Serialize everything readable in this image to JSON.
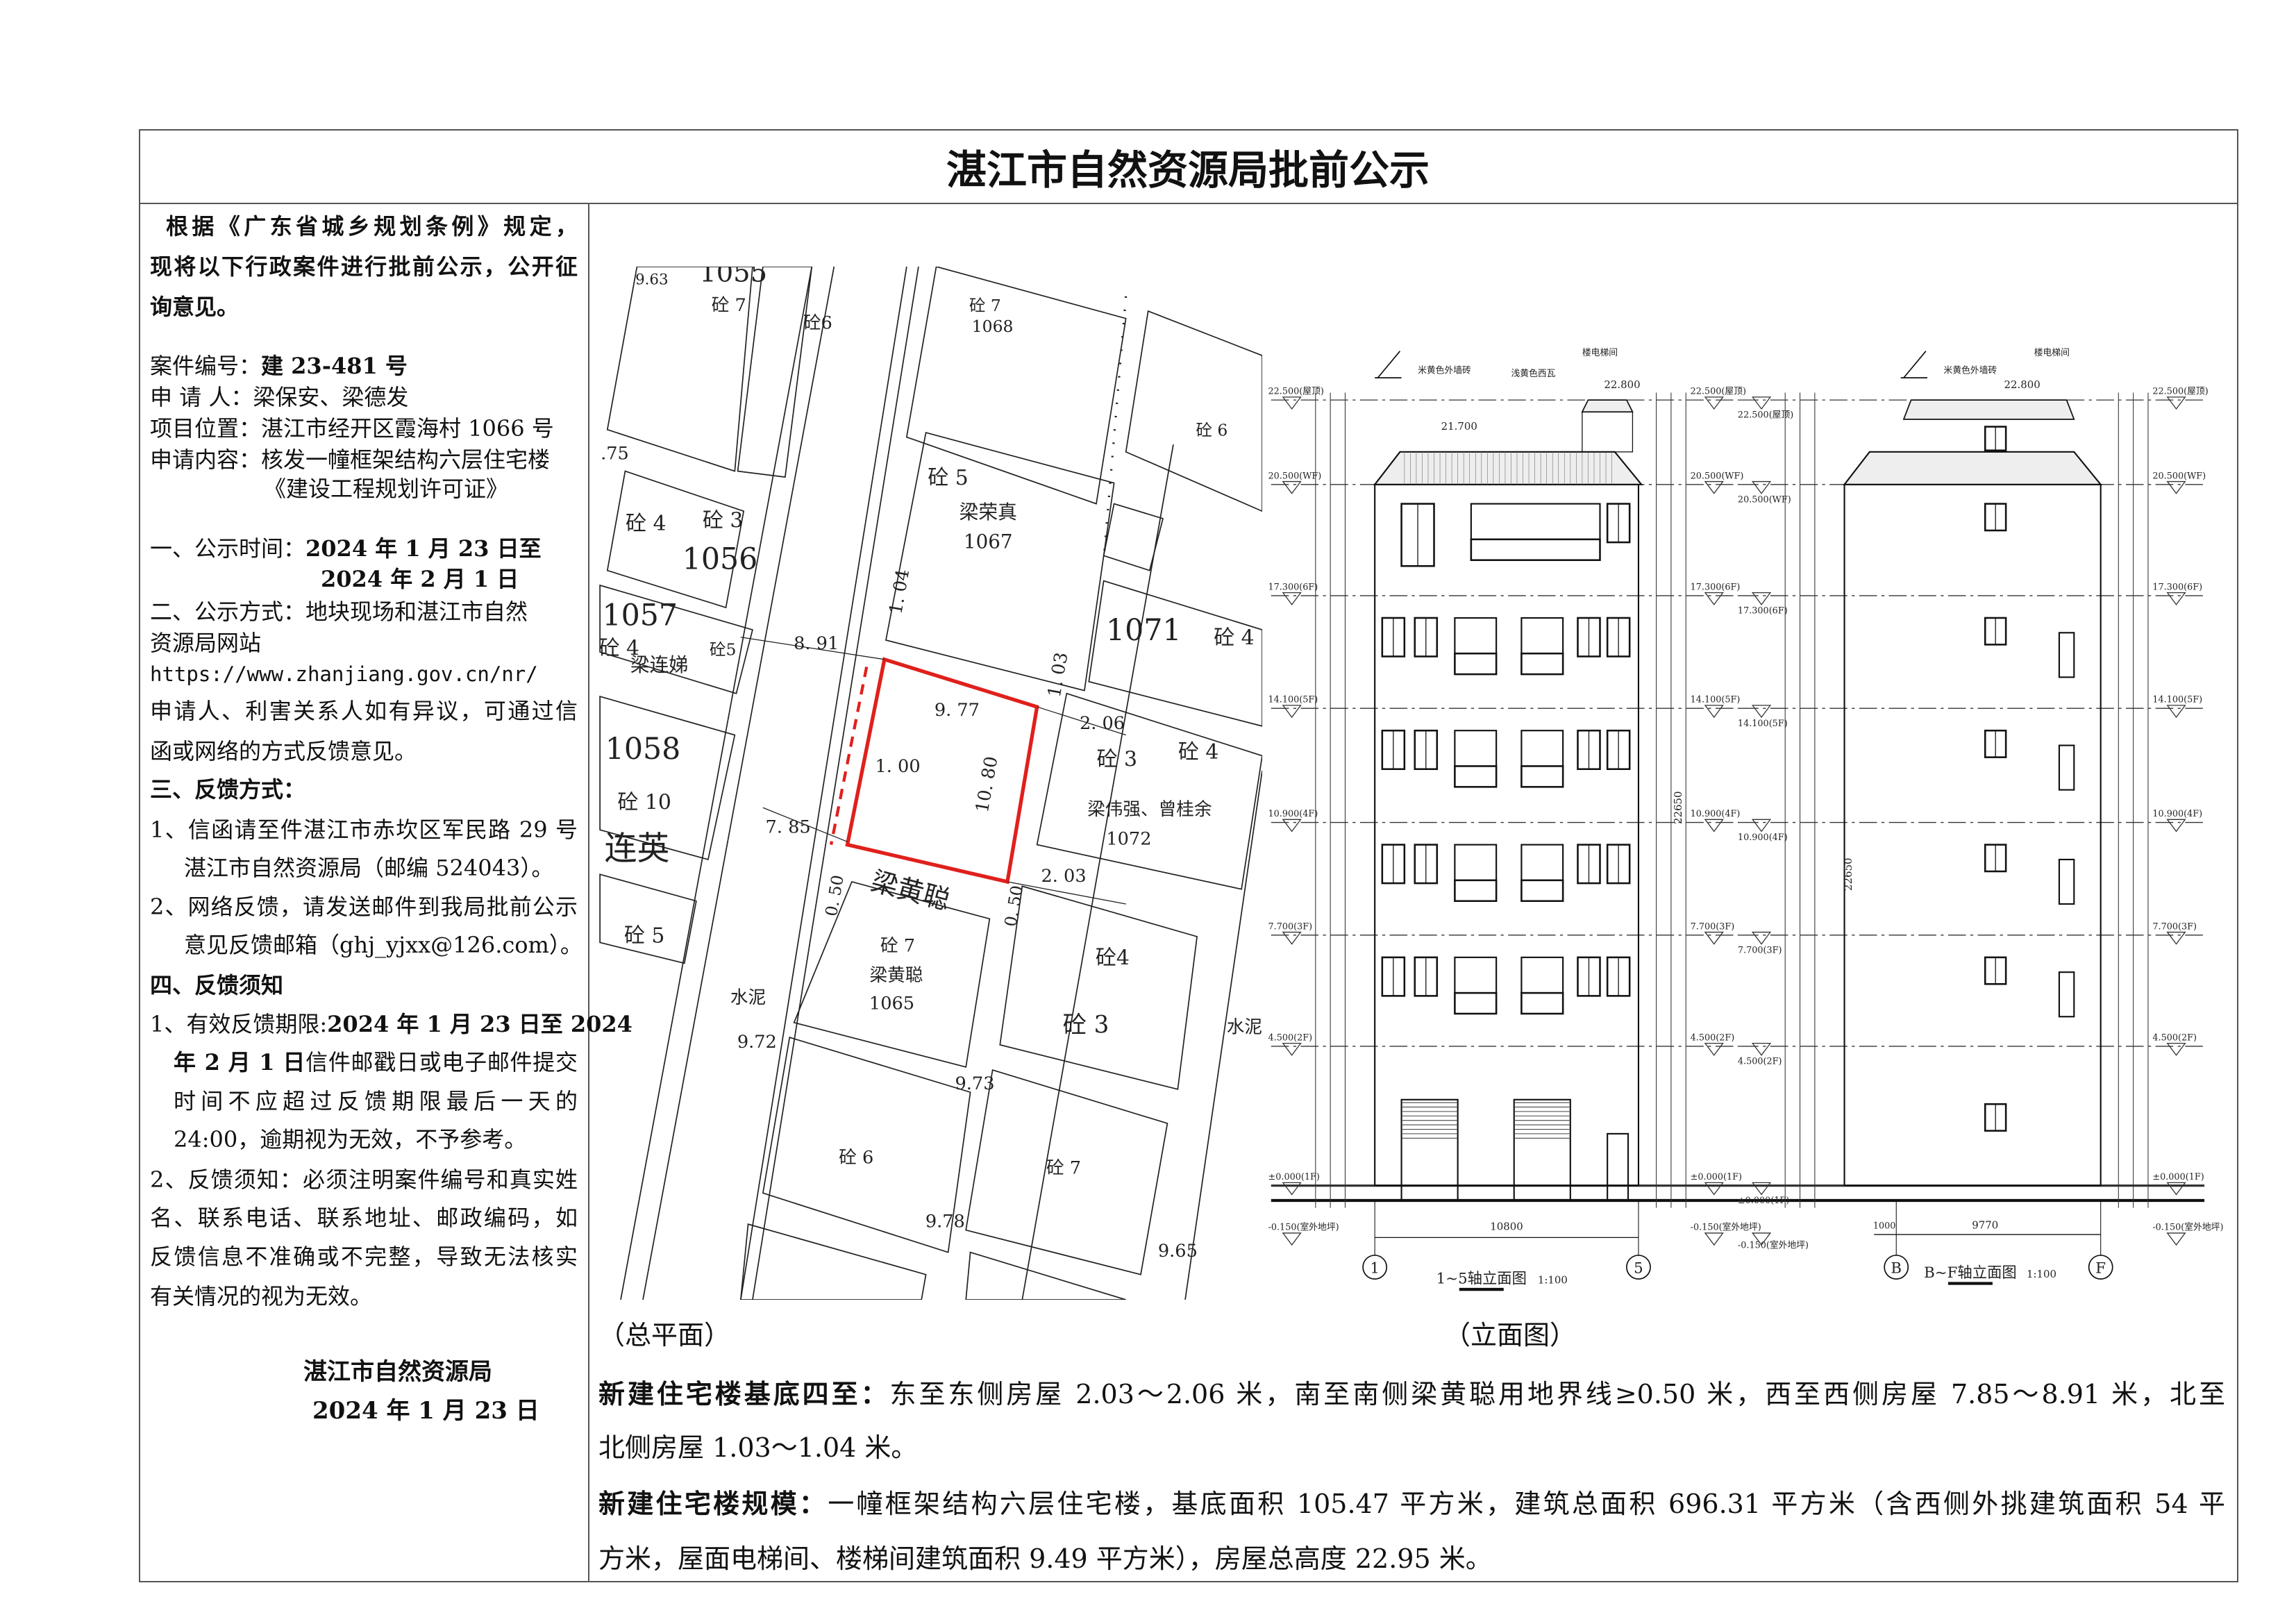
{
  "title": "湛江市自然资源局批前公示",
  "intro": [
    "根据《广东省城乡规划条例》规定，",
    "现将以下行政案件进行批前公示，公开征",
    "询意见。"
  ],
  "case": {
    "number_label": "案件编号：",
    "number": "建 23-481 号",
    "applicant_label": "申 请 人：",
    "applicant": "梁保安、梁德发",
    "location_label": "项目位置：",
    "location": "湛江市经开区霞海村 1066 号",
    "content_label": "申请内容：",
    "content": "核发一幢框架结构六层住宅楼",
    "content2": "《建设工程规划许可证》"
  },
  "section1": {
    "label": "一、公示时间：",
    "from": "2024 年 1 月 23 日至",
    "to": "2024 年 2 月 1 日"
  },
  "section2": {
    "line1": "二、公示方式：地块现场和湛江市自然",
    "line2": "资源局网站",
    "url": "https://www.zhanjiang.gov.cn/nr/",
    "line3": "申请人、利害关系人如有异议，可通过信",
    "line4": "函或网络的方式反馈意见。"
  },
  "section3": {
    "heading": "三、反馈方式：",
    "item1a": "1、信函请至件湛江市赤坎区军民路 29 号",
    "item1b": "湛江市自然资源局（邮编 524043）。",
    "item2a": "2、网络反馈，请发送邮件到我局批前公示",
    "item2b": "意见反馈邮箱（ghj_yjxx@126.com）。"
  },
  "section4": {
    "heading": "四、反馈须知",
    "item1_label": "1、有效反馈期限:",
    "item1_bold": "2024 年 1 月 23 日至 2024",
    "item1b_bold": "年 2 月 1 日",
    "item1b": "信件邮戳日或电子邮件提交",
    "item1c": "时间不应超过反馈期限最后一天的",
    "item1d": "24:00，逾期视为无效，不予参考。",
    "item2a": "2、反馈须知：必须注明案件编号和真实姓",
    "item2b": "名、联系电话、联系地址、邮政编码，如",
    "item2c": "反馈信息不准确或不完整，导致无法核实",
    "item2d": "有关情况的视为无效。"
  },
  "signature": {
    "org": "湛江市自然资源局",
    "date": "2024 年 1 月 23 日"
  },
  "captions": {
    "site_plan": "（总平面）",
    "elevation": "（立面图）"
  },
  "paragraphs": {
    "p1_label": "新建住宅楼基底四至：",
    "p1_line1": "东至东侧房屋 2.03～2.06 米，南至南侧梁黄聪用地界线≥0.50 米，西至西侧房屋 7.85～8.91 米，北至",
    "p1_line2": "北侧房屋 1.03～1.04 米。",
    "p2_label": "新建住宅楼规模：",
    "p2_line1": "一幢框架结构六层住宅楼，基底面积 105.47 平方米，建筑总面积 696.31 平方米（含西侧外挑建筑面积 54 平",
    "p2_line2": "方米，屋面电梯间、楼梯间建筑面积 9.49 平方米），房屋总高度 22.95 米。"
  },
  "site_plan": {
    "highlight_color": "#e0201c",
    "labels": [
      "9.63",
      "1055",
      "砼 7",
      "砼6",
      "砼 7",
      "1068",
      "砼 6",
      "砼 5",
      "梁荣真",
      "1067",
      ".75",
      "砼 4",
      "砼 3",
      "1056",
      "1057",
      "砼 4",
      "砼5",
      "梁连娣",
      "8. 91",
      "1071",
      "砼 4",
      "9. 77",
      "2. 06",
      "砼 4",
      "砼 3",
      "1058",
      "1. 00",
      "砼 10",
      "梁伟强、曾桂余",
      "1072",
      "连英",
      "7. 85",
      "2. 03",
      "砼 5",
      "砼 7",
      "梁黄聪",
      "1065",
      "砼4",
      "砼 3",
      "水泥",
      "水泥",
      "9.72",
      "9.73",
      "砼 6",
      "砼 7",
      "9.78",
      "9.65",
      "1. 04",
      "1. 03",
      "10. 80",
      "梁黄聪",
      "0. 50",
      "0. 50"
    ]
  },
  "elevation": {
    "levels": [
      "22.500(屋顶)",
      "20.500(WF)",
      "17.300(6F)",
      "14.100(5F)",
      "10.900(4F)",
      "7.700(3F)",
      "4.500(2F)",
      "±0.000(1F)",
      "-0.150(室外地坪)"
    ],
    "notes": {
      "wall": "米黄色外墙砖",
      "roof": "浅黄色西瓦",
      "stair": "楼电梯间",
      "ridge": "21.700",
      "top": "22.800"
    },
    "left": {
      "caption": "1~5轴立面图",
      "scale": "1:100",
      "width": "10800",
      "axis_start": "1",
      "axis_end": "5"
    },
    "right": {
      "caption": "B~F轴立面图",
      "scale": "1:100",
      "width": "9770",
      "offset": "1000",
      "axis_start": "B",
      "axis_end": "F"
    },
    "total_height": "22650"
  }
}
